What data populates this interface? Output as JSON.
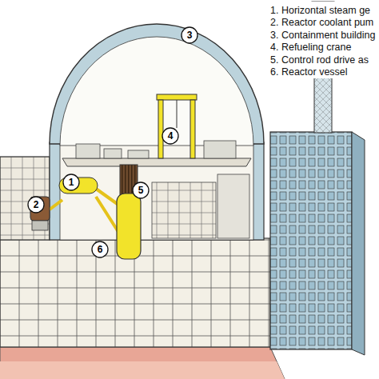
{
  "diagram": {
    "nodes": [
      {
        "text": [
          "1. Horizontal steam ge",
          "2. Reactor coolant pum",
          "3. Containment building",
          "4. Refueling crane",
          "5. Control rod drive as",
          "6. Reactor vessel"
        ]
      },
      {
        "text": [
          "3"
        ]
      },
      {
        "text": [
          "4"
        ]
      },
      {
        "text": [
          "1"
        ]
      },
      {
        "text": [
          "5"
        ]
      },
      {
        "text": [
          "2"
        ]
      },
      {
        "text": [
          "6"
        ]
      }
    ]
  }
}
